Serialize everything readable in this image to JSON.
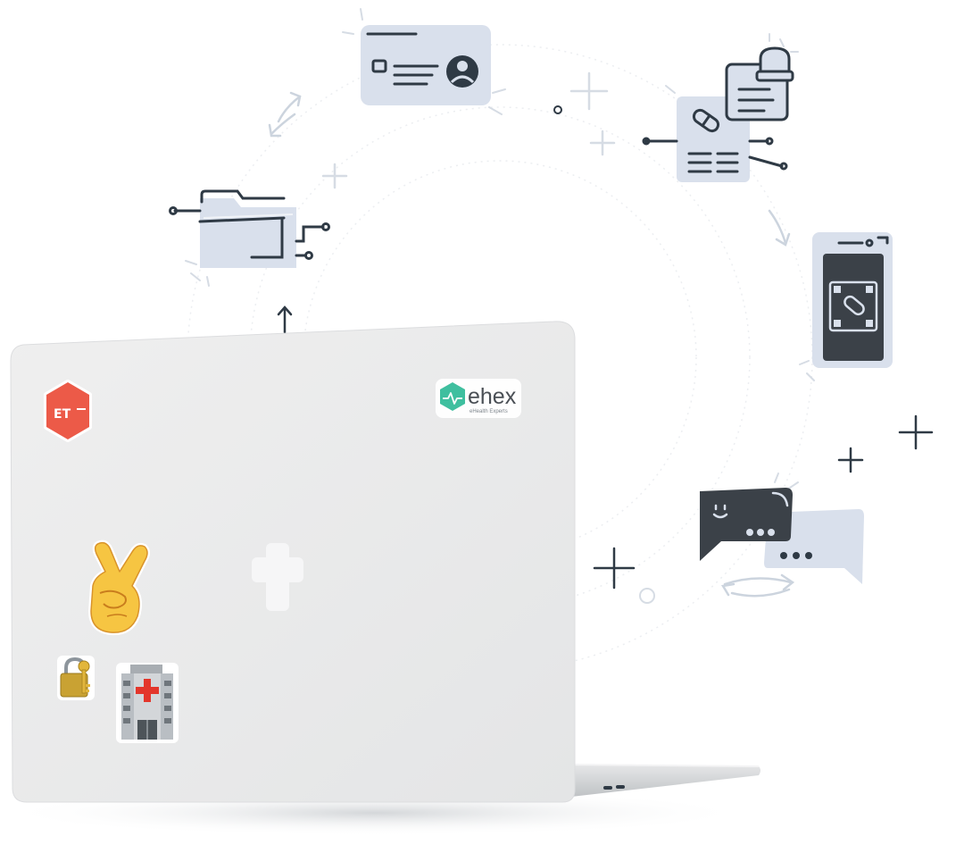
{
  "colors": {
    "ink": "#2f3a45",
    "card_fill": "#d9e0ec",
    "screen_dark": "#3b4148",
    "laptop_lid": "#e9eaeb",
    "et_red": "#ec5a48",
    "ehex_green": "#3fbf9f",
    "orbit": "#e3e6ea"
  },
  "stickers": {
    "et": {
      "text": "ET"
    },
    "ehex": {
      "word": "ehex",
      "sub": "eHealth Experts"
    }
  },
  "icons": [
    "id-card-icon",
    "prescription-notification-icon",
    "smartphone-qr-code-icon",
    "chat-bubbles-icon",
    "folder-network-icon",
    "victory-hand-icon",
    "padlock-key-icon",
    "hospital-icon",
    "medical-cross-icon"
  ]
}
